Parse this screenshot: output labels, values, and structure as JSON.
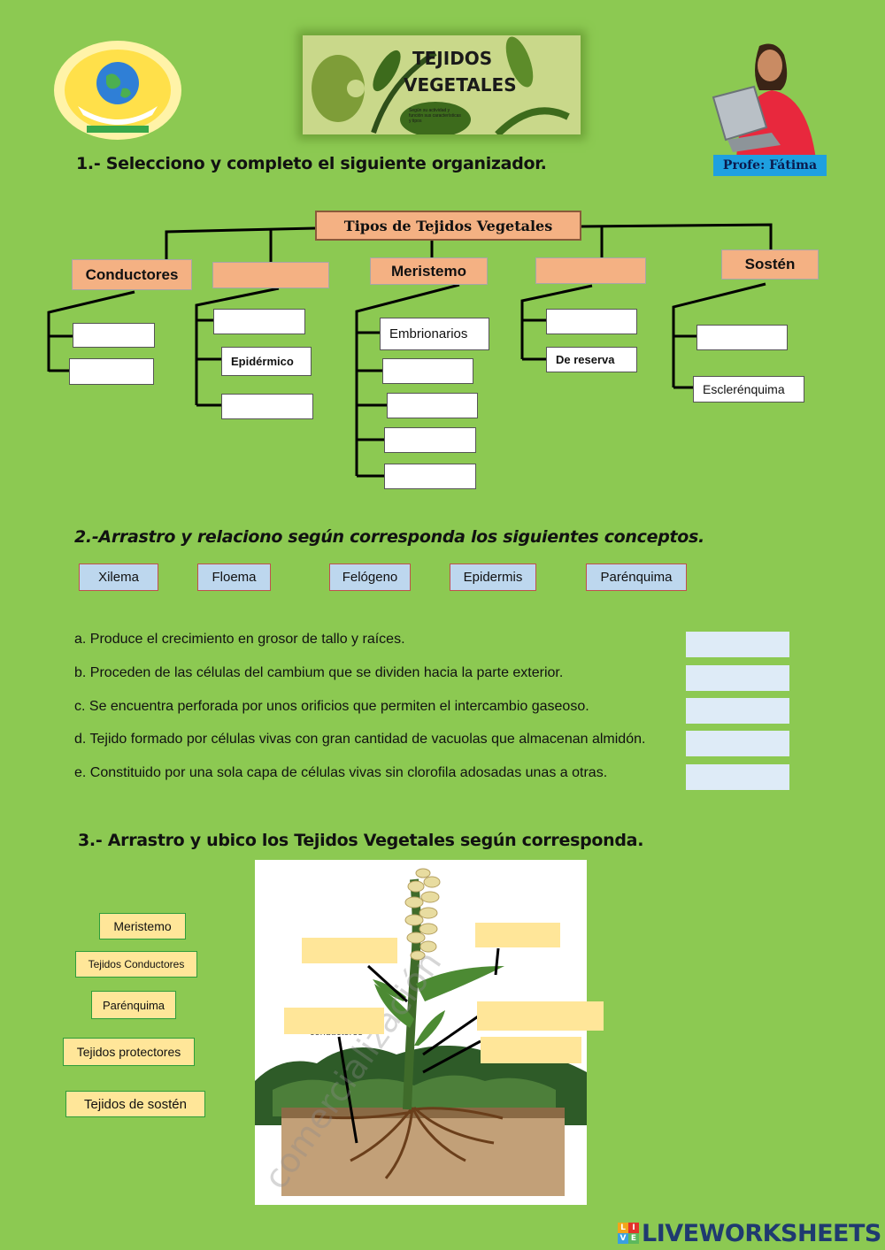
{
  "header": {
    "banner_title_line1": "TEJIDOS",
    "banner_title_line2": "VEGETALES",
    "banner_small_text": "Según su actividad y función sus características y tipos",
    "teacher_label": "Profe: Fátima"
  },
  "section1": {
    "heading": "1.- Selecciono y completo el siguiente organizador.",
    "root_label": "Tipos de Tejidos Vegetales",
    "categories": [
      "Conductores",
      "",
      "Meristemo",
      "",
      "Sostén"
    ],
    "prefilled": {
      "epidermico": "Epidérmico",
      "embrionarios": "Embrionarios",
      "de_reserva": "De reserva",
      "esclerenquima": "Esclerénquima"
    }
  },
  "section2": {
    "heading": "2.-Arrastro y relaciono según corresponda los siguientes conceptos.",
    "chips": [
      "Xilema",
      "Floema",
      "Felógeno",
      "Epidermis",
      "Parénquima"
    ],
    "sentences": [
      "a. Produce el crecimiento en grosor de tallo y raíces.",
      "b. Proceden de las células del cambium que se dividen hacia la parte exterior.",
      "c. Se encuentra perforada por unos orificios que permiten el intercambio gaseoso.",
      "d. Tejido formado por células vivas con gran cantidad de vacuolas que almacenan almidón.",
      "e. Constituido por una sola capa de células vivas sin clorofila adosadas unas a otras."
    ]
  },
  "section3": {
    "heading": "3.- Arrastro y ubico los Tejidos Vegetales según corresponda.",
    "tags": [
      "Meristemo",
      "Tejidos Conductores",
      "Parénquima",
      "Tejidos protectores",
      "Tejidos de sostén"
    ],
    "figure_label": "conductores",
    "watermark": "comercialización"
  },
  "footer": {
    "logo_live": "LIVE",
    "brand": "LIVEWORKSHEETS"
  },
  "colors": {
    "page_bg": "#8cc952",
    "salmon": "#f4b183",
    "chip_blue": "#bdd7ee",
    "answer_blue": "#deebf7",
    "tag_yellow": "#ffe699",
    "brand_navy": "#1f3a70"
  }
}
